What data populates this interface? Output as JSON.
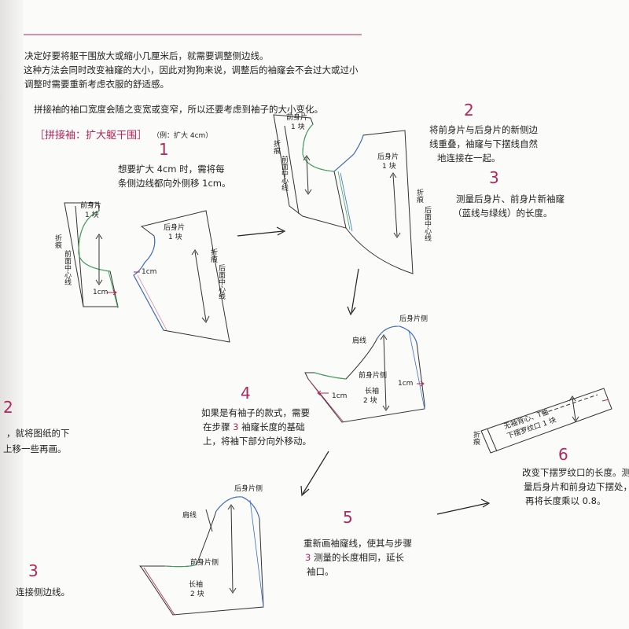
{
  "intro": {
    "line1": "决定好要将躯干围放大或缩小几厘米后，就需要调整侧边线。",
    "line2": "这种方法会同时改变袖窿的大小，因此对狗狗来说，调整后的袖窿会不会过大或过小",
    "line3": "调整时需要重新考虑衣服的舒适感。",
    "line4": "拼接袖的袖口宽度会随之变宽或变窄，所以还要考虑到袖子的大小变化。"
  },
  "section": {
    "title": "［拼接袖：扩大躯干围］",
    "example": "（例：扩大 4cm）"
  },
  "steps": {
    "s1": {
      "num": "1",
      "text1": "想要扩大 4cm 时，需将每",
      "text2": "条侧边线都向外侧移 1cm。"
    },
    "s2": {
      "num": "2",
      "text1": "将前身片与后身片的新侧边",
      "text2": "线重叠，袖窿与下摆线自然",
      "text3": "地连接在一起。"
    },
    "s3": {
      "num": "3",
      "text1": "测量后身片、前身片新袖窿",
      "text2": "（蓝线与绿线）的长度。"
    },
    "s4": {
      "num": "4",
      "text1": "如果是有袖子的款式，需要",
      "text2": "在步骤",
      "ref": "3",
      "text3": "袖窿长度的基础",
      "text4": "上，将袖下部分向外移动。"
    },
    "s5": {
      "num": "5",
      "text1": "重新画袖窿线，使其与步骤",
      "ref": "3",
      "text2": "测量的长度相同，延长",
      "text3": "袖口。"
    },
    "s6": {
      "num": "6",
      "text1": "改变下摆罗纹口的长度。测",
      "text2": "量后身片和前身边下摆处，",
      "text3": "再将长度乘以 0.8。"
    }
  },
  "left_margin": {
    "n2": "2",
    "t2a": "，就将图纸的下",
    "t2b": "上移一些再画。",
    "n3": "3",
    "t3": "连接侧边线。"
  },
  "labels": {
    "front": "前身片",
    "front_qty": "1 块",
    "back": "后身片",
    "back_qty": "1 块",
    "fold": "折痕",
    "front_center": "前面中心线",
    "back_center": "后面中心线",
    "cm1": "1cm",
    "shoulder": "肩线",
    "back_side": "后身片侧",
    "front_side": "前身片侧",
    "sleeve": "长袖",
    "sleeve_qty": "2 块",
    "rib1": "无袖背心、T恤",
    "rib2": "下摆罗纹口 1 块"
  },
  "colors": {
    "accent": "#b2265a",
    "blue": "#3b6fd0",
    "green": "#3ea65a"
  }
}
